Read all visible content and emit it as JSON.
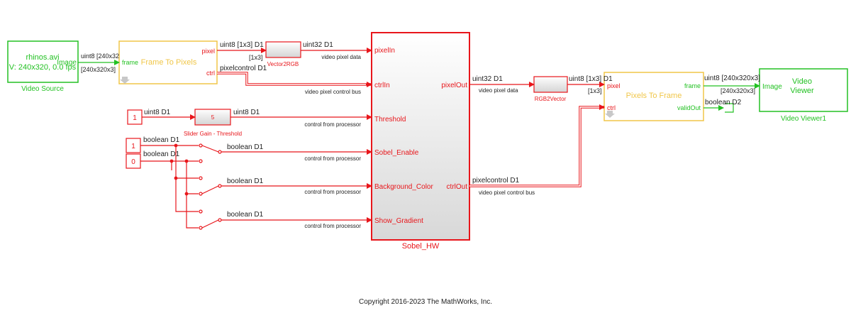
{
  "blocks": {
    "video_source": {
      "line1": "rhinos.avi",
      "line2": "V: 240x320, 0.0 fps",
      "port": "Image",
      "caption": "Video Source"
    },
    "frame_to_pixels": {
      "title": "Frame To Pixels",
      "in_port": "frame",
      "out_pixel": "pixel",
      "out_ctrl": "ctrl"
    },
    "vector2rgb": {
      "caption": "Vector2RGB"
    },
    "sobel_hw": {
      "caption": "Sobel_HW",
      "in_pixel": "pixelIn",
      "in_ctrl": "ctrlIn",
      "in_threshold": "Threshold",
      "in_sobel": "Sobel_Enable",
      "in_bg": "Background_Color",
      "in_grad": "Show_Gradient",
      "out_pixel": "pixelOut",
      "out_ctrl": "ctrlOut"
    },
    "rgb2vector": {
      "caption": "RGB2Vector"
    },
    "pixels_to_frame": {
      "title": "Pixels To Frame",
      "in_pixel": "pixel",
      "in_ctrl": "ctrl",
      "out_frame": "frame",
      "out_valid": "validOut"
    },
    "video_viewer": {
      "title_line1": "Video",
      "title_line2": "Viewer",
      "port": "Image",
      "caption": "Video Viewer1"
    },
    "const_threshold": {
      "value": "1"
    },
    "slider_gain": {
      "value": "5",
      "caption": "Slider Gain - Threshold"
    },
    "const_true": {
      "value": "1"
    },
    "const_false": {
      "value": "0"
    }
  },
  "signals": {
    "src_out_type": "uint8 [240x32",
    "src_out_dims": "[240x320x3]",
    "f2p_pixel_type": "uint8 [1x3] D1",
    "f2p_pixel_dims": "[1x3]",
    "f2p_ctrl_type": "pixelcontrol D1",
    "v2rgb_out_type": "uint32 D1",
    "video_pixel_data": "video pixel data",
    "video_pixel_control_bus": "video pixel control bus",
    "thr_const_type": "uint8 D1",
    "thr_gain_type": "uint8 D1",
    "control_from_processor": "control from processor",
    "bool_d1": "boolean D1",
    "pix_out_type": "uint32 D1",
    "pix_out_desc": "video pixel data",
    "ctrl_out_type": "pixelcontrol D1",
    "ctrl_out_desc": "video pixel control bus",
    "rgb2v_out_type": "uint8 [1x3] D1",
    "rgb2v_out_dims": "[1x3]",
    "p2f_frame_type": "uint8 [240x320x3]",
    "p2f_frame_dims": "[240x320x3]",
    "p2f_valid_type": "boolean D2"
  },
  "footer": {
    "copyright": "Copyright 2016-2023 The MathWorks, Inc."
  },
  "colors": {
    "red": "#e8161b",
    "green": "#23c123",
    "yellow": "#f0c648",
    "gray": "#c8c8c8"
  }
}
